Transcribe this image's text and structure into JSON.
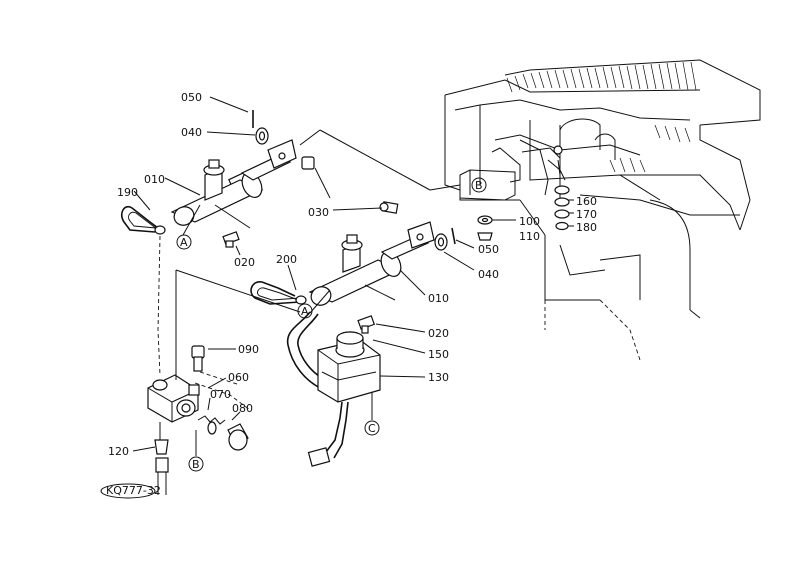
{
  "labels": {
    "p050a": "050",
    "p040a": "040",
    "p190": "190",
    "p010a": "010",
    "p020a": "020",
    "p030": "030",
    "p200": "200",
    "p160": "160",
    "p170": "170",
    "p180": "180",
    "p100": "100",
    "p110": "110",
    "p050b": "050",
    "p040b": "040",
    "p010b": "010",
    "p020b": "020",
    "p150": "150",
    "p130": "130",
    "p090": "090",
    "p060": "060",
    "p070": "070",
    "p080": "080",
    "p120": "120"
  },
  "callouts": {
    "a1": "A",
    "a2": "A",
    "b1": "B",
    "b2": "B",
    "c1": "C"
  },
  "drawing_code": "KQ777-32"
}
